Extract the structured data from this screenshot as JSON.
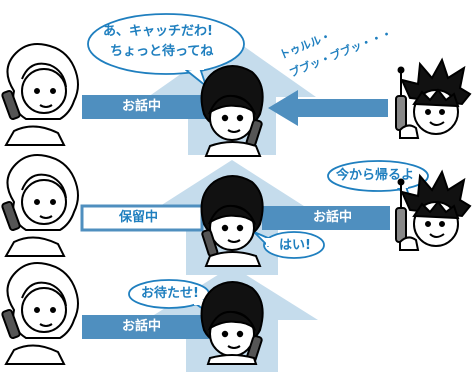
{
  "colors": {
    "line_active": "#4f8fbf",
    "line_hold_border": "#4f8fbf",
    "hold_fill": "#ffffff",
    "arrow_up": "#c5dcec",
    "bubble_fill": "#ffffff",
    "bubble_stroke": "#1f7fbf",
    "text_blue": "#1f7fbf"
  },
  "icons": {
    "woman": "woman-on-phone-icon",
    "user": "user-with-phone-icon",
    "man": "man-with-cellphone-icon"
  },
  "row1": {
    "bubble_line1": "あ、キャッチだわ!",
    "bubble_line2": "ちょっと待ってね",
    "line_label": "お話中",
    "ringtone_line1": "トゥルル・",
    "ringtone_line2": "ブブッ・ブブッ・・・"
  },
  "row2": {
    "hold_label": "保留中",
    "active_label": "お話中",
    "bubble_man": "今から帰るよ",
    "bubble_reply": "はい!"
  },
  "row3": {
    "bubble": "お待たせ!",
    "line_label": "お話中"
  }
}
